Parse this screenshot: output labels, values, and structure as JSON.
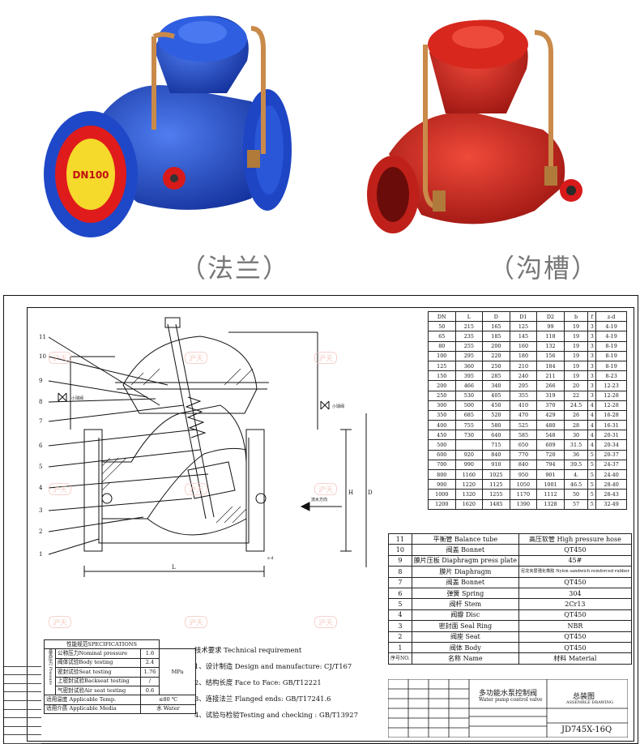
{
  "captions": {
    "flange": "（法兰）",
    "groove": "（沟槽）"
  },
  "valve_badge": "DN100",
  "drawing": {
    "callouts": [
      "11",
      "10",
      "9",
      "8",
      "7",
      "6",
      "5",
      "4",
      "3",
      "2",
      "1"
    ],
    "side_label": "小球阀",
    "flow_label": "流水方向",
    "dim_labels": {
      "L": "L",
      "D": "D",
      "H": "H",
      "zd": "z-d"
    },
    "watermark": "沪天"
  },
  "dims_table": {
    "headers": [
      "DN",
      "L",
      "D",
      "D1",
      "D2",
      "b",
      "f",
      "z-d"
    ],
    "rows": [
      [
        "50",
        "215",
        "165",
        "125",
        "99",
        "19",
        "3",
        "4-19"
      ],
      [
        "65",
        "235",
        "185",
        "145",
        "118",
        "19",
        "3",
        "4-19"
      ],
      [
        "80",
        "255",
        "200",
        "160",
        "132",
        "19",
        "3",
        "8-19"
      ],
      [
        "100",
        "295",
        "220",
        "180",
        "156",
        "19",
        "3",
        "8-19"
      ],
      [
        "125",
        "360",
        "250",
        "210",
        "184",
        "19",
        "3",
        "8-19"
      ],
      [
        "150",
        "395",
        "285",
        "240",
        "211",
        "19",
        "3",
        "8-23"
      ],
      [
        "200",
        "466",
        "340",
        "295",
        "266",
        "20",
        "3",
        "12-23"
      ],
      [
        "250",
        "530",
        "405",
        "355",
        "319",
        "22",
        "3",
        "12-28"
      ],
      [
        "300",
        "500",
        "450",
        "410",
        "370",
        "24.5",
        "4",
        "12-28"
      ],
      [
        "350",
        "685",
        "520",
        "470",
        "429",
        "26",
        "4",
        "16-28"
      ],
      [
        "400",
        "755",
        "580",
        "525",
        "480",
        "28",
        "4",
        "16-31"
      ],
      [
        "450",
        "730",
        "640",
        "585",
        "548",
        "30",
        "4",
        "20-31"
      ],
      [
        "500",
        "",
        "715",
        "650",
        "609",
        "31.5",
        "4",
        "20-34"
      ],
      [
        "600",
        "920",
        "840",
        "770",
        "720",
        "36",
        "5",
        "20-37"
      ],
      [
        "700",
        "990",
        "910",
        "840",
        "794",
        "39.5",
        "5",
        "24-37"
      ],
      [
        "800",
        "1160",
        "1025",
        "950",
        "901",
        "4.",
        "5",
        "24-40"
      ],
      [
        "900",
        "1220",
        "1125",
        "1050",
        "1001",
        "46.5",
        "5",
        "28-40"
      ],
      [
        "1000",
        "1320",
        "1255",
        "1170",
        "1112",
        "50",
        "5",
        "28-43"
      ],
      [
        "1200",
        "1620",
        "1485",
        "1390",
        "1328",
        "57",
        "5",
        "32-49"
      ]
    ]
  },
  "parts_table": {
    "rows": [
      [
        "11",
        "平衡管 Balance tube",
        "高压软管 High pressure hose"
      ],
      [
        "10",
        "阀盖 Bonnet",
        "QT450"
      ],
      [
        "9",
        "膜片压板 Diaphragm press plate",
        "45#"
      ],
      [
        "8",
        "膜片 Diaphragm",
        "尼龙夹层强化橡胶 Nylon sandwich reinforced rubber"
      ],
      [
        "7",
        "阀盖 Bonnet",
        "QT450"
      ],
      [
        "6",
        "弹簧 Spring",
        "304"
      ],
      [
        "5",
        "阀杆 Stem",
        "2Cr13"
      ],
      [
        "4",
        "阀瓣 Disc",
        "QT450"
      ],
      [
        "3",
        "密封面 Seal Ring",
        "NBR"
      ],
      [
        "2",
        "阀座 Seat",
        "QT450"
      ],
      [
        "1",
        "阀体 Body",
        "QT450"
      ]
    ],
    "header": {
      "no": "序号NO.",
      "name": "名称 Name",
      "material": "材料 Material"
    }
  },
  "spec_table": {
    "title": "性能规范SPECIFICATIONS",
    "side": "最高压力 Pressure",
    "rows": [
      [
        "公称压力Nominal pressure",
        "1.6"
      ],
      [
        "阀体试验Body testing",
        "2.4"
      ],
      [
        "密封试验Seat testing",
        "1.76"
      ],
      [
        "上密封试验Backseat testing",
        "/"
      ],
      [
        "气密封试验Air seat testing",
        "0.6"
      ]
    ],
    "unit": "MPa",
    "temp_label": "适用温度 Applicable Temp.",
    "temp_value": "≤80 ℃",
    "media_label": "适用介质 Applicable Media",
    "media_value": "水 Water"
  },
  "requirements": {
    "title": "技术要求    Technical requirement",
    "items": [
      "1、设计制造 Design and manufacture: CJ/T167",
      "2、结构长度 Face to Face: GB/T12221",
      "3、连接法兰 Flanged ends: GB/T17241.6",
      "4、试验与检验Testing and checking : GB/T13927"
    ]
  },
  "title_block": {
    "product_cn": "多功能水泵控制阀",
    "product_en": "Water pump control valve",
    "drawing_cn": "总装图",
    "drawing_en": "ASSEMBLE DRAWING",
    "model": "JD745X-16Q"
  },
  "colors": {
    "blue_valve": "#1f4fc9",
    "red_valve": "#d8221c",
    "line": "#111111",
    "watermark": "#f2b8b0"
  }
}
